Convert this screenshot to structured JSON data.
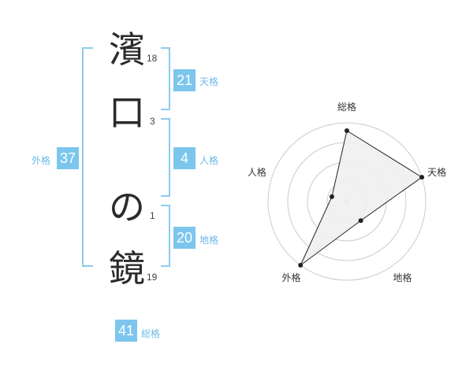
{
  "name": {
    "chars": [
      {
        "char": "濱",
        "strokes": "18"
      },
      {
        "char": "口",
        "strokes": "3"
      },
      {
        "char": "の",
        "strokes": "1"
      },
      {
        "char": "鏡",
        "strokes": "19"
      }
    ]
  },
  "fortune": {
    "tenkaku": {
      "value": "21",
      "label": "天格"
    },
    "jinkaku": {
      "value": "4",
      "label": "人格"
    },
    "chikaku": {
      "value": "20",
      "label": "地格"
    },
    "gaikaku": {
      "value": "37",
      "label": "外格"
    },
    "soukaku": {
      "value": "41",
      "label": "総格"
    }
  },
  "chart_data": {
    "type": "radar",
    "axes": [
      "総格",
      "天格",
      "地格",
      "外格",
      "人格"
    ],
    "values": [
      0.9,
      1.0,
      0.3,
      1.0,
      0.2
    ],
    "range": [
      0,
      1
    ],
    "rings": 4,
    "colors": {
      "fill": "#f0f0f0",
      "stroke": "#222222",
      "grid": "#cccccc",
      "point": "#222222"
    }
  },
  "colors": {
    "accent": "#7cc6ee",
    "bracket": "#8ecbec"
  }
}
